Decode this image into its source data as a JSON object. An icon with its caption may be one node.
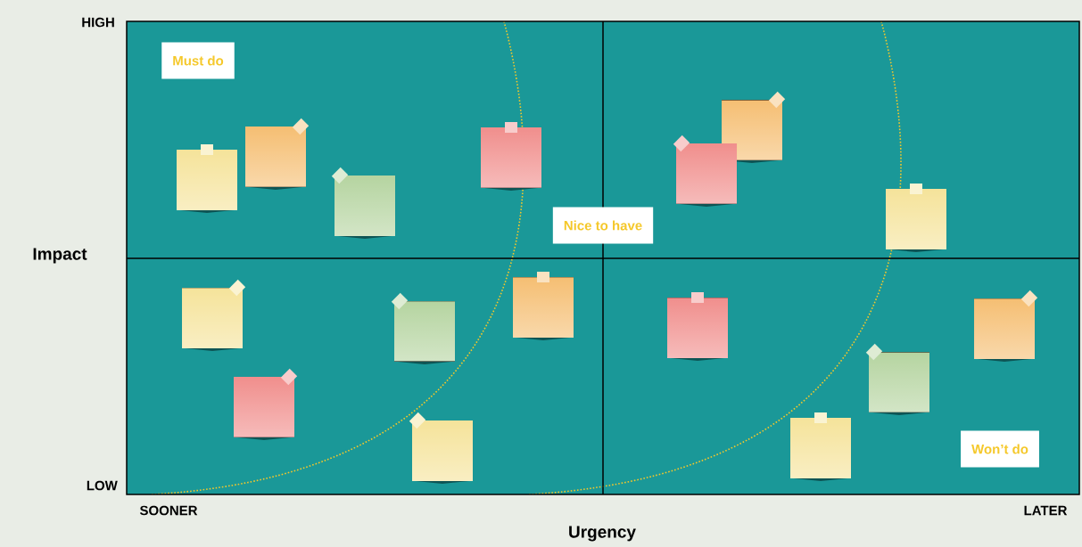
{
  "diagram": {
    "nodes": [
      {
        "text": [
          "Must do"
        ]
      },
      {
        "text": [
          "Nice to have"
        ]
      },
      {
        "text": [
          "Won’t do"
        ]
      }
    ],
    "labels": [
      "HIGH",
      "Impact",
      "LOW",
      "SOONER",
      "LATER",
      "Urgency"
    ]
  }
}
